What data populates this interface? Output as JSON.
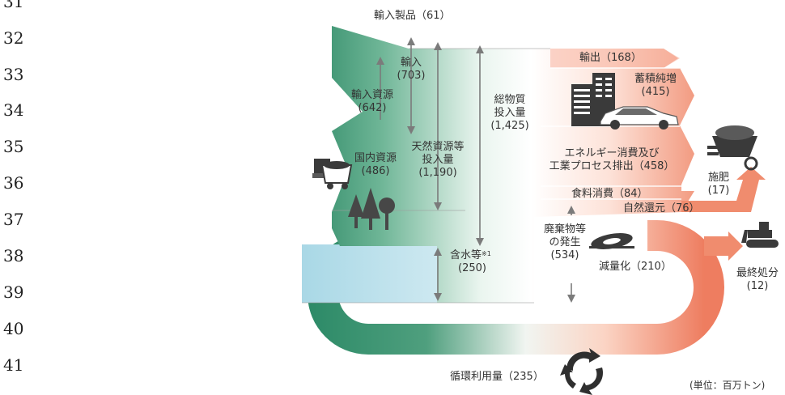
{
  "line_numbers": [
    "31",
    "32",
    "33",
    "34",
    "35",
    "36",
    "37",
    "38",
    "39",
    "40",
    "41"
  ],
  "labels": {
    "import_products": "輸入製品（61）",
    "imports_1": "輸入",
    "imports_2": "(703)",
    "import_resources_1": "輸入資源",
    "import_resources_2": "(642)",
    "domestic_resources_1": "国内資源",
    "domestic_resources_2": "(486)",
    "natural_input_1": "天然資源等",
    "natural_input_2": "投入量",
    "natural_input_3": "(1,190)",
    "total_input_1": "総物質",
    "total_input_2": "投入量",
    "total_input_3": "(1,425)",
    "water_content": "含水等",
    "water_note": "※1",
    "water_value": "(250)",
    "exports": "輸出（168）",
    "stock_increase_1": "蓄積純増",
    "stock_increase_2": "(415)",
    "energy_1": "エネルギー消費及び",
    "energy_2": "工業プロセス排出（458）",
    "food": "食料消費（84）",
    "natural_return": "自然還元（76）",
    "fertilizer_1": "施肥",
    "fertilizer_2": "(17)",
    "waste_1": "廃棄物等",
    "waste_2": "の発生",
    "waste_3": "(534)",
    "reduction": "減量化（210）",
    "final_disposal_1": "最終処分",
    "final_disposal_2": "(12)",
    "recycling": "循環利用量（235）",
    "unit": "(単位：百万トン)"
  },
  "icons": {
    "factory": "factory-icon",
    "car": "car-icon",
    "cart": "wheelbarrow-icon",
    "mine": "mine-cart-icon",
    "trees": "trees-icon",
    "tire": "tire-icon",
    "bulldozer": "bulldozer-icon",
    "recycle": "recycle-arrows-icon"
  },
  "colors": {
    "green_dark": "#2c8a67",
    "green_light": "#e3f1ea",
    "salmon_dark": "#ee7d60",
    "salmon_light": "#fde9e2",
    "water": "#bfe2ec",
    "dark": "#3a3a3a"
  }
}
